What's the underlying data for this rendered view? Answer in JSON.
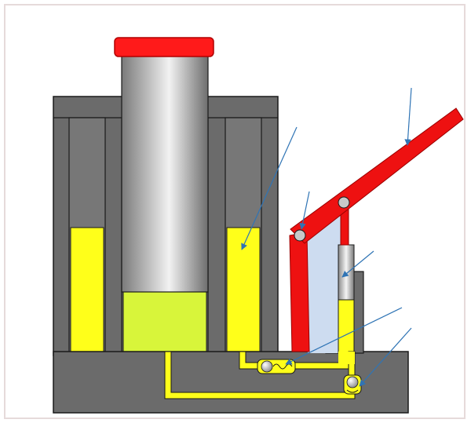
{
  "diagram": {
    "subject": "hydraulic-jack-cross-section",
    "labels": [],
    "colors": {
      "background": "#ffffff",
      "frame_border": "#e6dada",
      "body_gray": "#6b6b6b",
      "body_outline": "#1a1a1a",
      "fluid_yellow": "#ffff1a",
      "fluid_green": "#d8f53a",
      "piston_light": "#f2f2f2",
      "piston_dark": "#6e6e6e",
      "cap_red": "#ff1a1a",
      "cap_red_dark": "#b00000",
      "handle_red": "#ee1111",
      "pump_chamber_blue": "#cddcf0",
      "pivot_gray": "#c8c8c8",
      "ball_valve": "#bdbdbd",
      "arrow_blue": "#2f74b5"
    },
    "leader_arrows": [
      {
        "id": "arrow-handle",
        "points_to": "pump-handle"
      },
      {
        "id": "arrow-reservoir",
        "points_to": "oil-reservoir"
      },
      {
        "id": "arrow-pivot",
        "points_to": "handle-pivot"
      },
      {
        "id": "arrow-pump-piston",
        "points_to": "pump-piston"
      },
      {
        "id": "arrow-check-valve-1",
        "points_to": "check-valve-1"
      },
      {
        "id": "arrow-check-valve-2",
        "points_to": "check-valve-2"
      }
    ]
  }
}
